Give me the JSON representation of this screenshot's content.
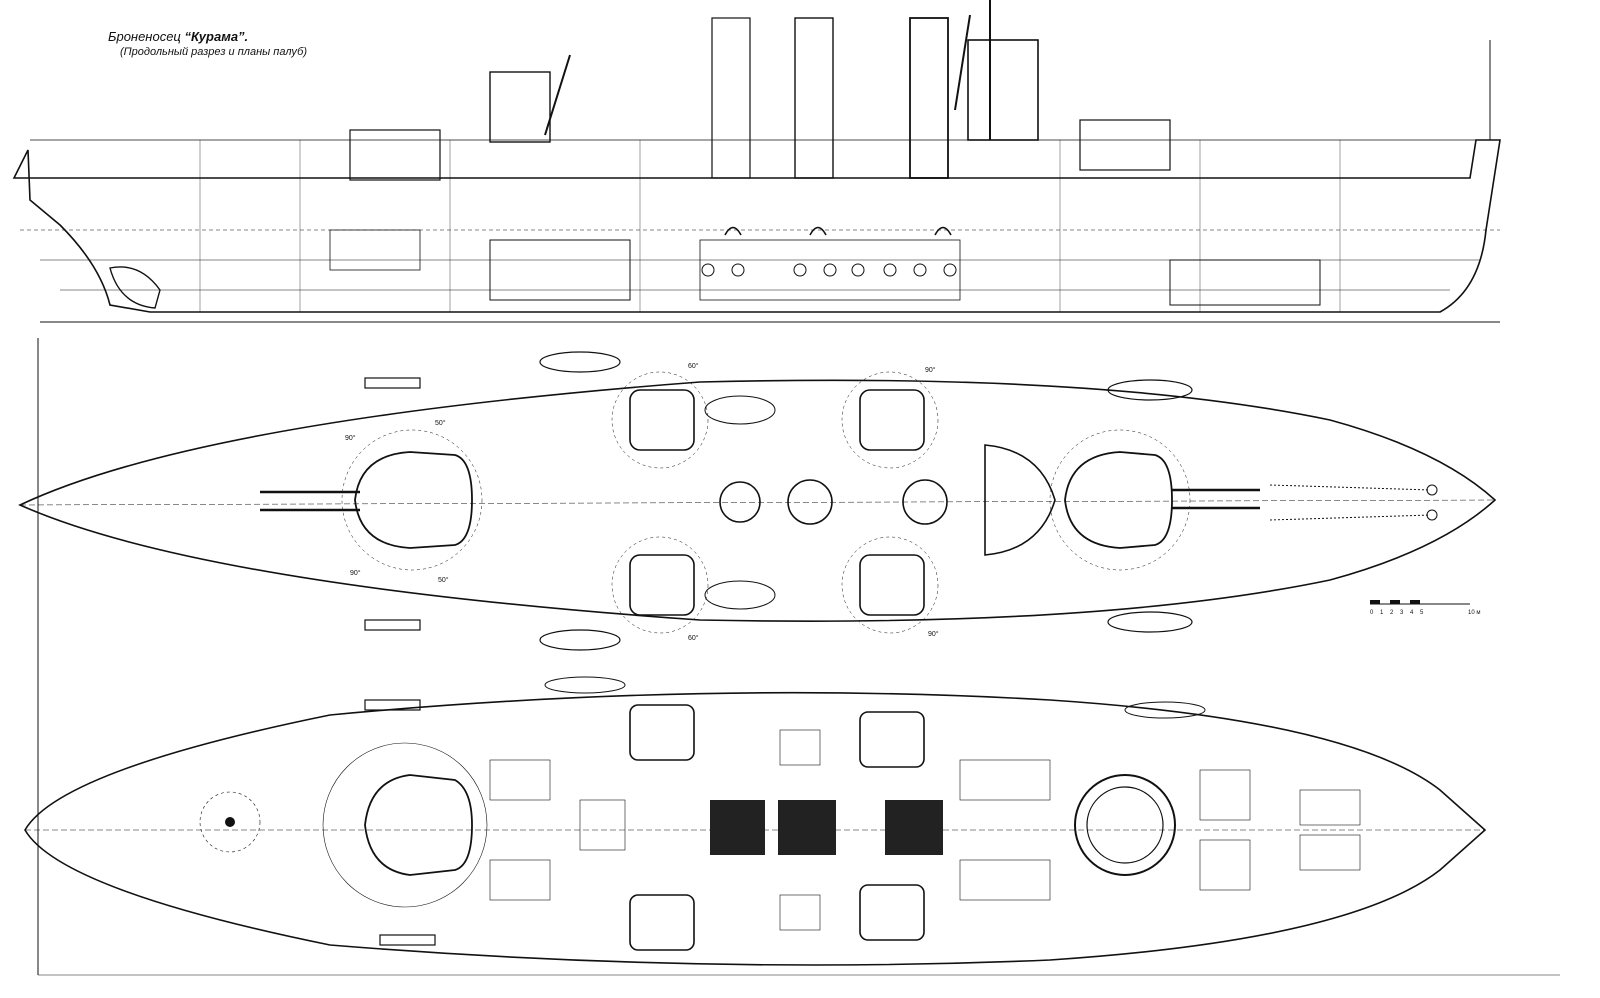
{
  "title": {
    "prefix": "Броненосец",
    "ship_name": "“Курама”.",
    "subtitle": "(Продольный разрез и планы палуб)"
  },
  "scale_bar": {
    "unit_label": "10 м",
    "ticks": [
      "0",
      "1",
      "2",
      "3",
      "4",
      "5"
    ]
  },
  "angle_labels": [
    "90°",
    "60°",
    "50°",
    "90°",
    "50°",
    "90°",
    "60°",
    "90°"
  ],
  "colors": {
    "ink": "#111111",
    "paper": "#ffffff"
  }
}
